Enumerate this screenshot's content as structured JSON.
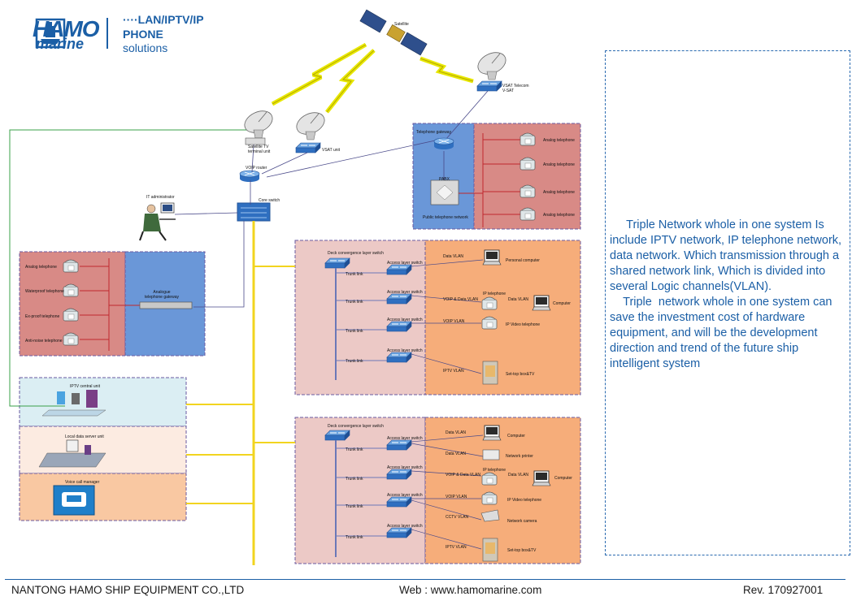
{
  "header": {
    "logo_word": "HAMO",
    "logo_sub": "marine",
    "title_line1": "····LAN/IPTV/IP",
    "title_line2": "PHONE",
    "title_line3": "solutions"
  },
  "labels": {
    "satellite": "Satellite",
    "vsat": "VSAT Telecom\nV-SAT",
    "sat_tv": "Satellite TV\nterminal unit",
    "vsat_unit": "VSAT unit",
    "voip_router": "VOIP router",
    "core_switch": "Core switch",
    "it_admin": "IT administrator",
    "telephone_gateway": "Telephone gateway",
    "pabx": "PABX",
    "public_network": "Public telephone network",
    "analog_gateway": "Analogue\ntelephone gateway",
    "iptv_central": "IPTV central unit",
    "local_server": "Local data server unit",
    "voice_call_manager": "Voice call manager",
    "deck_switch": "Deck convergence layer switch",
    "access_switch": "Access layer switch",
    "trunk": "Trunk link"
  },
  "left_phones": [
    "Analog telephone",
    "Waterproof telephone",
    "Ex-proof telephone",
    "Anti-noise telephone"
  ],
  "right_phones": [
    "Analog telephone",
    "Analog telephone",
    "Analog telephone",
    "Analog telephone"
  ],
  "deck1": {
    "vlans": [
      "Data VLAN",
      "VOIP & Data VLAN",
      "VOIP VLAN",
      "IPTV VLAN"
    ],
    "ip_phone": "IP telephone",
    "data_vlan2": "Data VLAN",
    "devices": [
      "Personal computer",
      "Computer",
      "IP Video telephone",
      "Set-top box&TV"
    ]
  },
  "deck2": {
    "vlans": [
      "Data VLAN",
      "Data VLAN",
      "VOIP & Data VLAN",
      "VOIP VLAN",
      "CCTV VLAN",
      "IPTV VLAN"
    ],
    "ip_phone": "IP telephone",
    "data_vlan2": "Data VLAN",
    "devices": [
      "Computer",
      "Network printer",
      "Computer",
      "IP Video telephone",
      "Network camera",
      "Set-top box&TV"
    ]
  },
  "description": "     Triple Network whole in one system Is include IPTV network, IP telephone network, data network. Which transmission through a shared network link, Which is divided into several Logic channels(VLAN).\n    Triple  network whole in one system can save the investment cost of hardware equipment, and will be the development direction and trend of the future ship intelligent system",
  "footer": {
    "company": "NANTONG HAMO SHIP EQUIPMENT CO.,LTD",
    "web": "Web : www.hamomarine.com",
    "rev": "Rev. 170927001"
  }
}
